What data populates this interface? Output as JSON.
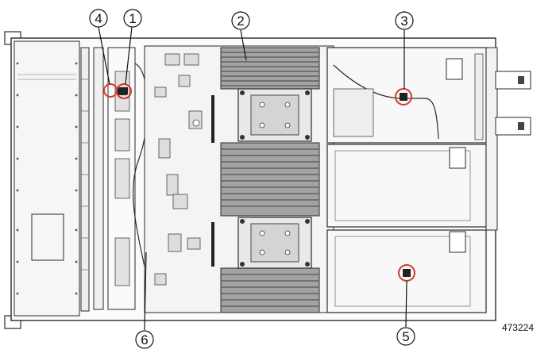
{
  "figure_id": "473224",
  "callouts": [
    {
      "number": "1"
    },
    {
      "number": "2"
    },
    {
      "number": "3"
    },
    {
      "number": "4"
    },
    {
      "number": "5"
    },
    {
      "number": "6"
    }
  ],
  "colors": {
    "highlight": "#d43a2f",
    "outline": "#2a2a2a",
    "dimm": "#8c8c8c",
    "board": "#f4f4f4"
  }
}
